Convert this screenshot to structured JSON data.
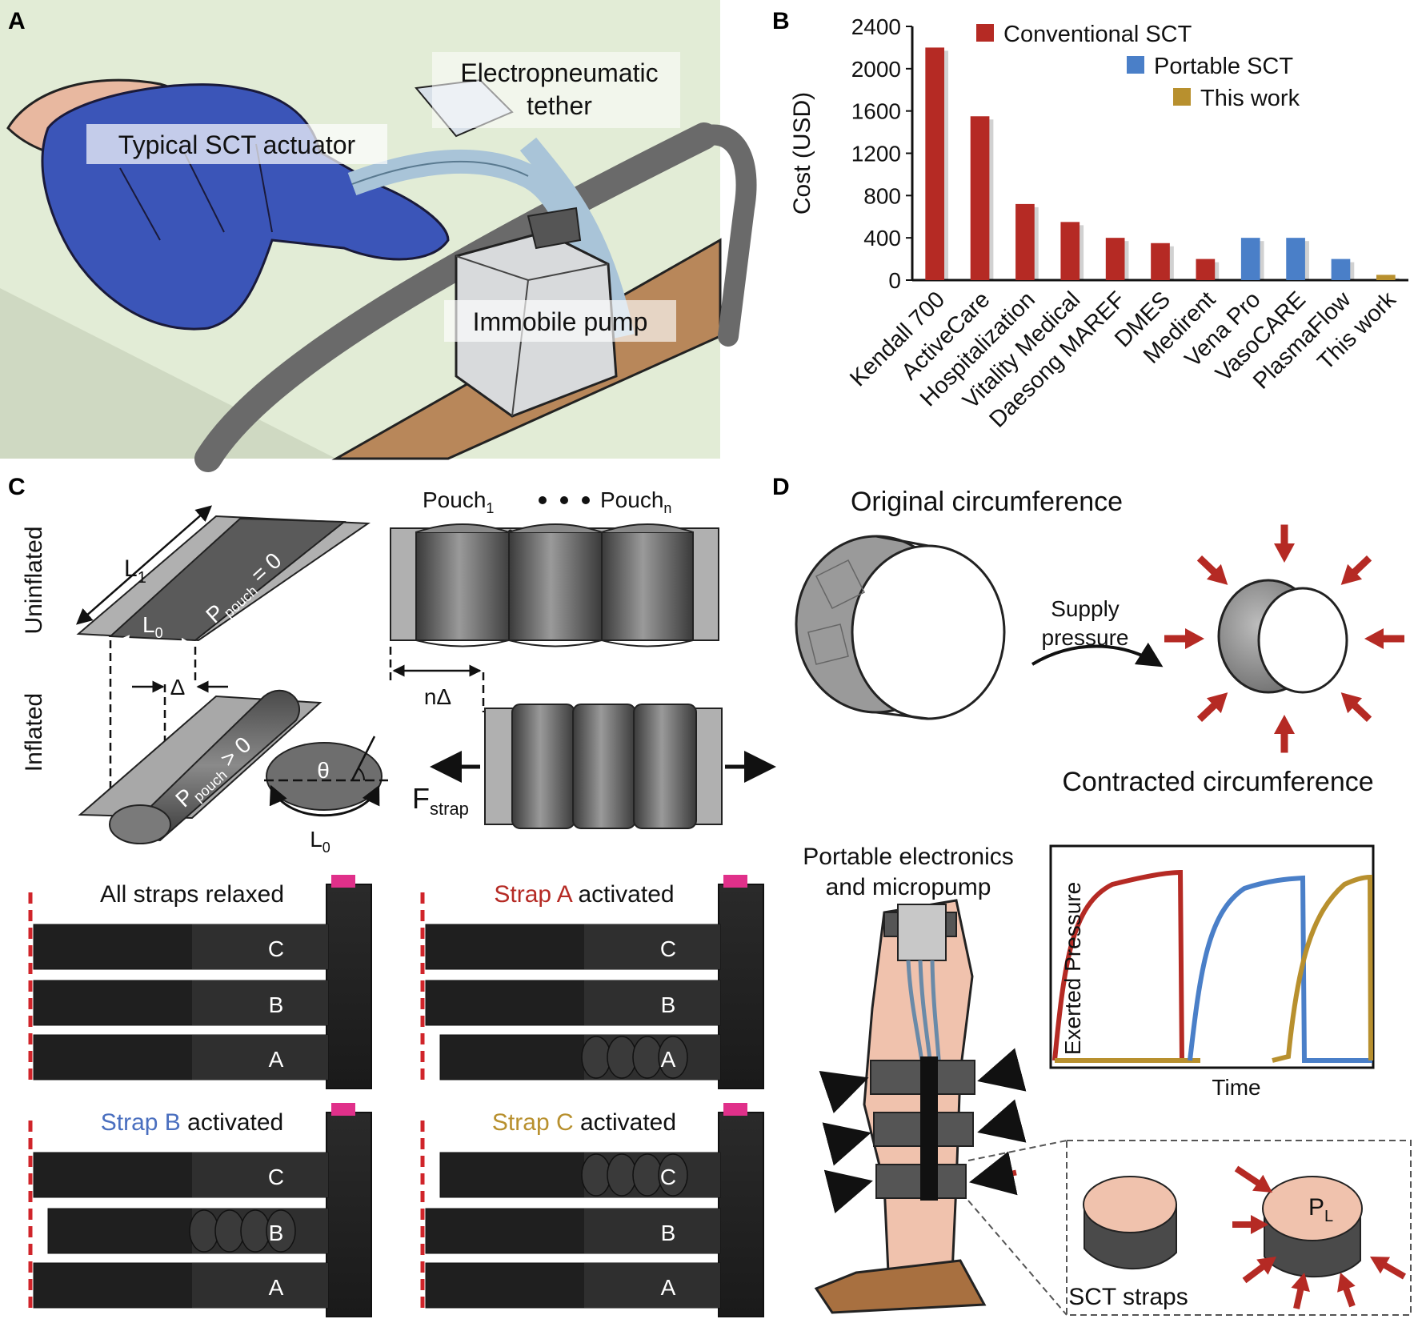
{
  "panels": {
    "a": {
      "letter": "A",
      "labels": {
        "actuator": "Typical SCT actuator",
        "tether_line1": "Electropneumatic",
        "tether_line2": "tether",
        "pump": "Immobile pump"
      }
    },
    "b": {
      "letter": "B"
    },
    "c": {
      "letter": "C",
      "uninflated": "Uninflated",
      "inflated": "Inflated",
      "L1": "L",
      "L1_sub": "1",
      "L0": "L",
      "L0_sub": "0",
      "L0b": "L",
      "L0b_sub": "0",
      "p0_main": "P",
      "p0_sub": "pouch",
      "p0_rel": " = 0",
      "p1_main": "P",
      "p1_sub": "pouch",
      "p1_rel": " > 0",
      "delta": "Δ",
      "ndelta": "nΔ",
      "theta": "θ",
      "pouch1_main": "Pouch",
      "pouch1_sub": "1",
      "pouchn_main": "Pouch",
      "pouchn_sub": "n",
      "fstrap_main": "F",
      "fstrap_sub": "strap",
      "photos": [
        {
          "pre": "",
          "colored": "All straps relaxed",
          "post": "",
          "color": "#111111",
          "active": "none"
        },
        {
          "pre": "",
          "colored": "Strap A",
          "post": " activated",
          "color": "#b52a24",
          "active": "A"
        },
        {
          "pre": "",
          "colored": "Strap B",
          "post": " activated",
          "color": "#4a6fbf",
          "active": "B"
        },
        {
          "pre": "",
          "colored": "Strap C",
          "post": " activated",
          "color": "#b8902e",
          "active": "C"
        }
      ],
      "strap_letters": [
        "C",
        "B",
        "A"
      ]
    },
    "d": {
      "letter": "D",
      "original": "Original circumference",
      "supply_line1": "Supply",
      "supply_line2": "pressure",
      "contracted": "Contracted circumference",
      "portable_line1": "Portable electronics",
      "portable_line2": "and micropump",
      "sct_straps": "SCT straps",
      "pl_main": "P",
      "pl_sub": "L",
      "pressure_ylabel": "Exerted Pressure",
      "pressure_xlabel": "Time"
    }
  },
  "colors": {
    "conventional": "#b52a24",
    "portable": "#4a7fc8",
    "this_work": "#b8902e",
    "arrow_red": "#b52a24"
  },
  "chart_data": {
    "type": "bar",
    "categories": [
      "Kendall 700",
      "ActiveCare",
      "Hospitalization",
      "Vitality Medical",
      "Daesong MAREF",
      "DMES",
      "Medirent",
      "Vena Pro",
      "VasoCARE",
      "PlasmaFlow",
      "This work"
    ],
    "values": [
      2200,
      1550,
      720,
      550,
      400,
      350,
      200,
      400,
      400,
      200,
      50
    ],
    "groups": [
      "Conventional SCT",
      "Conventional SCT",
      "Conventional SCT",
      "Conventional SCT",
      "Conventional SCT",
      "Conventional SCT",
      "Conventional SCT",
      "Portable SCT",
      "Portable SCT",
      "Portable SCT",
      "This work"
    ],
    "legend": [
      "Conventional SCT",
      "Portable SCT",
      "This work"
    ],
    "ylabel": "Cost (USD)",
    "xlabel": "",
    "ylim": [
      0,
      2400
    ],
    "yticks": [
      0,
      400,
      800,
      1200,
      1600,
      2000,
      2400
    ],
    "legend_position": "top-right",
    "grid": false
  }
}
